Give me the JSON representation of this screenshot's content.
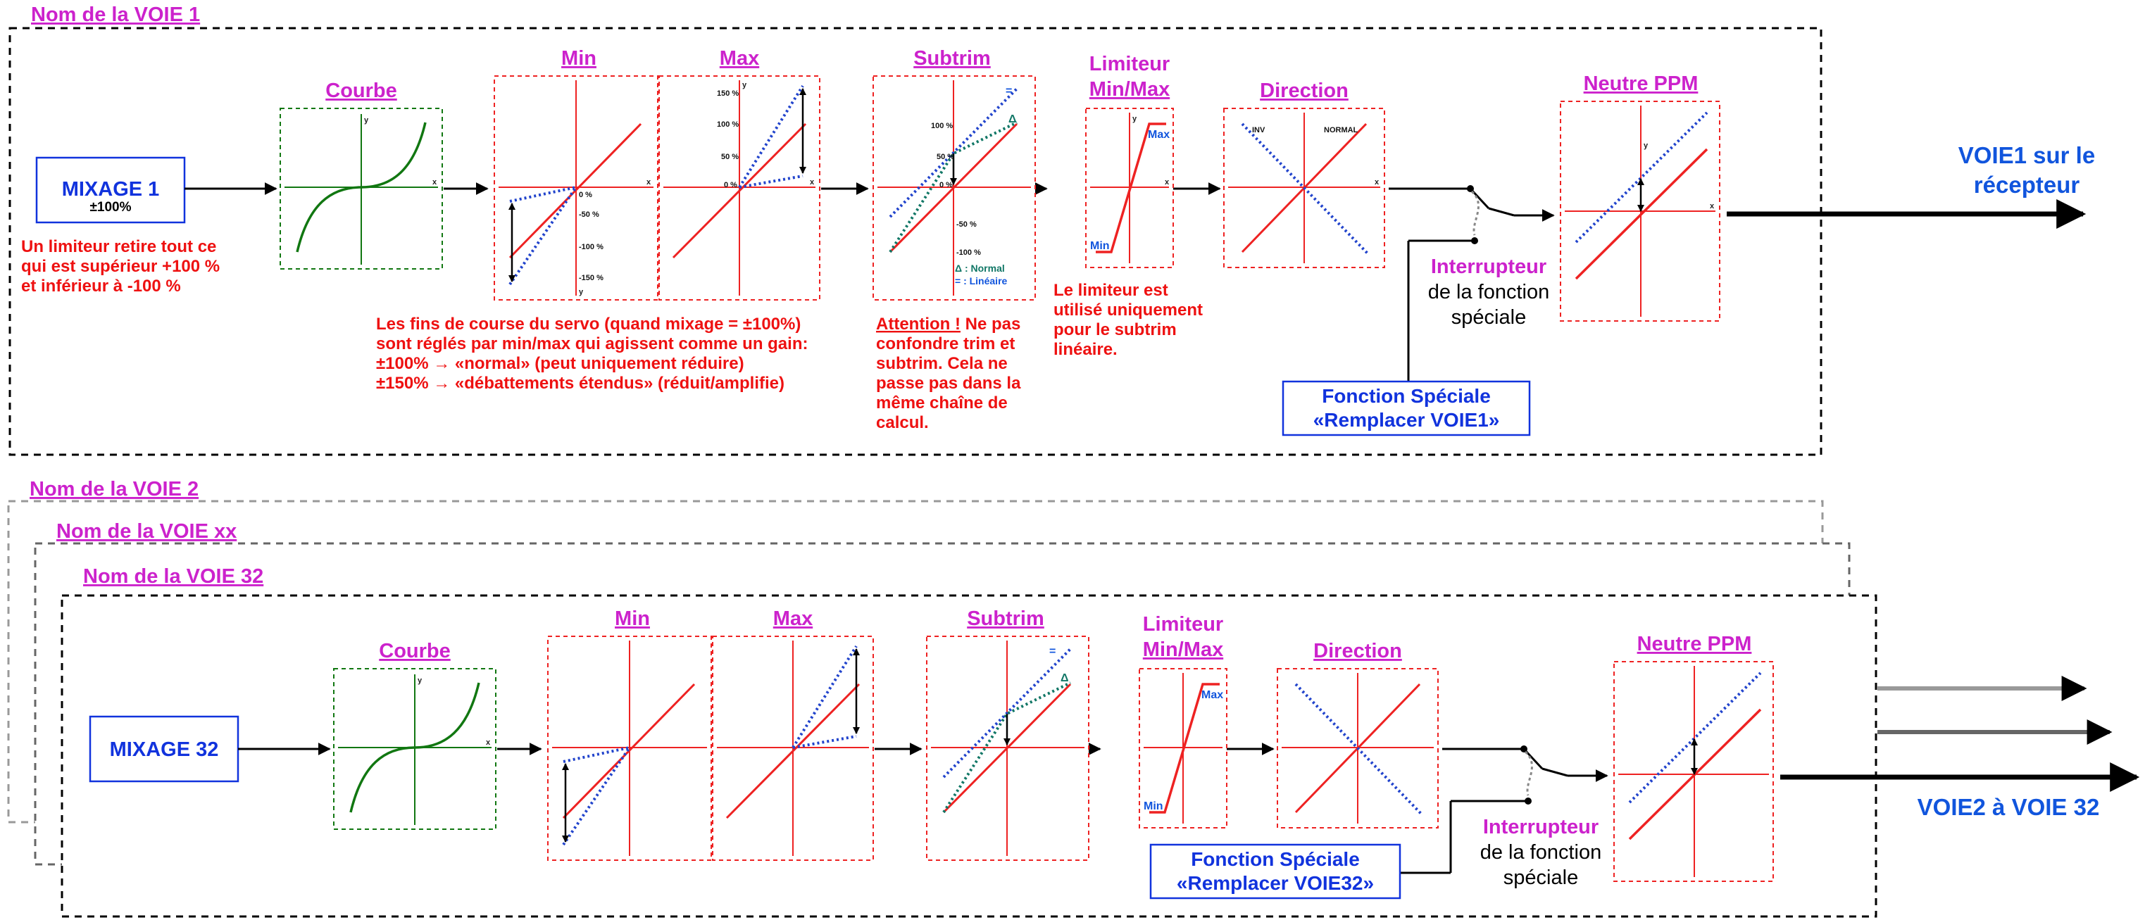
{
  "channel1": {
    "name": "Nom de la VOIE 1",
    "mix_label": "MIXAGE 1",
    "mix_sub": "±100%",
    "limiter_note": [
      "Un limiteur retire tout ce",
      "qui est supérieur +100 %",
      "et inférieur à -100 %"
    ],
    "titles": {
      "courbe": "Courbe",
      "min": "Min",
      "max": "Max",
      "subtrim": "Subtrim",
      "limiter_1": "Limiteur",
      "limiter_2": "Min/Max",
      "direction": "Direction",
      "neutre": "Neutre PPM"
    },
    "axis_x": "x",
    "axis_y": "y",
    "min_ticks": [
      "0 %",
      "-50 %",
      "-100 %",
      "-150 %"
    ],
    "max_ticks": [
      "150 %",
      "100 %",
      "50 %",
      "0 %"
    ],
    "subtrim_ticks": [
      "100 %",
      "50 %",
      "0 %",
      "-50 %",
      "-100 %"
    ],
    "subtrim_marks": {
      "delta": "Δ",
      "equals": "="
    },
    "subtrim_legend_normal": "Δ : Normal",
    "subtrim_legend_linear": "= : Linéaire",
    "limiter_max": "Max",
    "limiter_min": "Min",
    "dir_inv": "INV",
    "dir_normal": "NORMAL",
    "servo_note": [
      "Les fins de course du servo (quand mixage = ±100%)",
      "sont réglés par min/max qui agissent comme un gain:",
      "±100% → «normal» (peut uniquement réduire)",
      "±150% → «débattements étendus» (réduit/amplifie)"
    ],
    "attention_title": "Attention !",
    "attention_rest": " Ne pas",
    "attention_lines": [
      "confondre trim et",
      "subtrim. Cela ne",
      "passe pas dans la",
      "même chaîne de",
      "calcul."
    ],
    "limiter_usage": [
      "Le limiteur est",
      "utilisé uniquement",
      "pour le subtrim",
      "linéaire."
    ],
    "switch_title": "Interrupteur",
    "switch_line1": "de la fonction",
    "switch_line2": "spéciale",
    "special_line1": "Fonction Spéciale",
    "special_line2": "«Remplacer VOIE1»",
    "output_line1": "VOIE1 sur le",
    "output_line2": "récepteur"
  },
  "stack_names": [
    "Nom de la VOIE 2",
    "Nom de la VOIE xx",
    "Nom de la VOIE 32"
  ],
  "channel32": {
    "mix_label": "MIXAGE 32",
    "titles": {
      "courbe": "Courbe",
      "min": "Min",
      "max": "Max",
      "subtrim": "Subtrim",
      "limiter_1": "Limiteur",
      "limiter_2": "Min/Max",
      "direction": "Direction",
      "neutre": "Neutre PPM"
    },
    "axis_x": "x",
    "axis_y": "y",
    "subtrim_marks": {
      "delta": "Δ",
      "equals": "="
    },
    "limiter_max": "Max",
    "limiter_min": "Min",
    "switch_title": "Interrupteur",
    "switch_line1": "de la fonction",
    "switch_line2": "spéciale",
    "special_line1": "Fonction Spéciale",
    "special_line2": "«Remplacer VOIE32»",
    "output": "VOIE2 à VOIE 32"
  },
  "colors": {
    "title_magenta": "#cc22cc",
    "note_red": "#ee1111",
    "graph_red": "#ee2222",
    "curve_green": "#117711",
    "dotted_blue": "#2244cc",
    "label_blue": "#1155dd",
    "dark_teal": "#117766"
  }
}
